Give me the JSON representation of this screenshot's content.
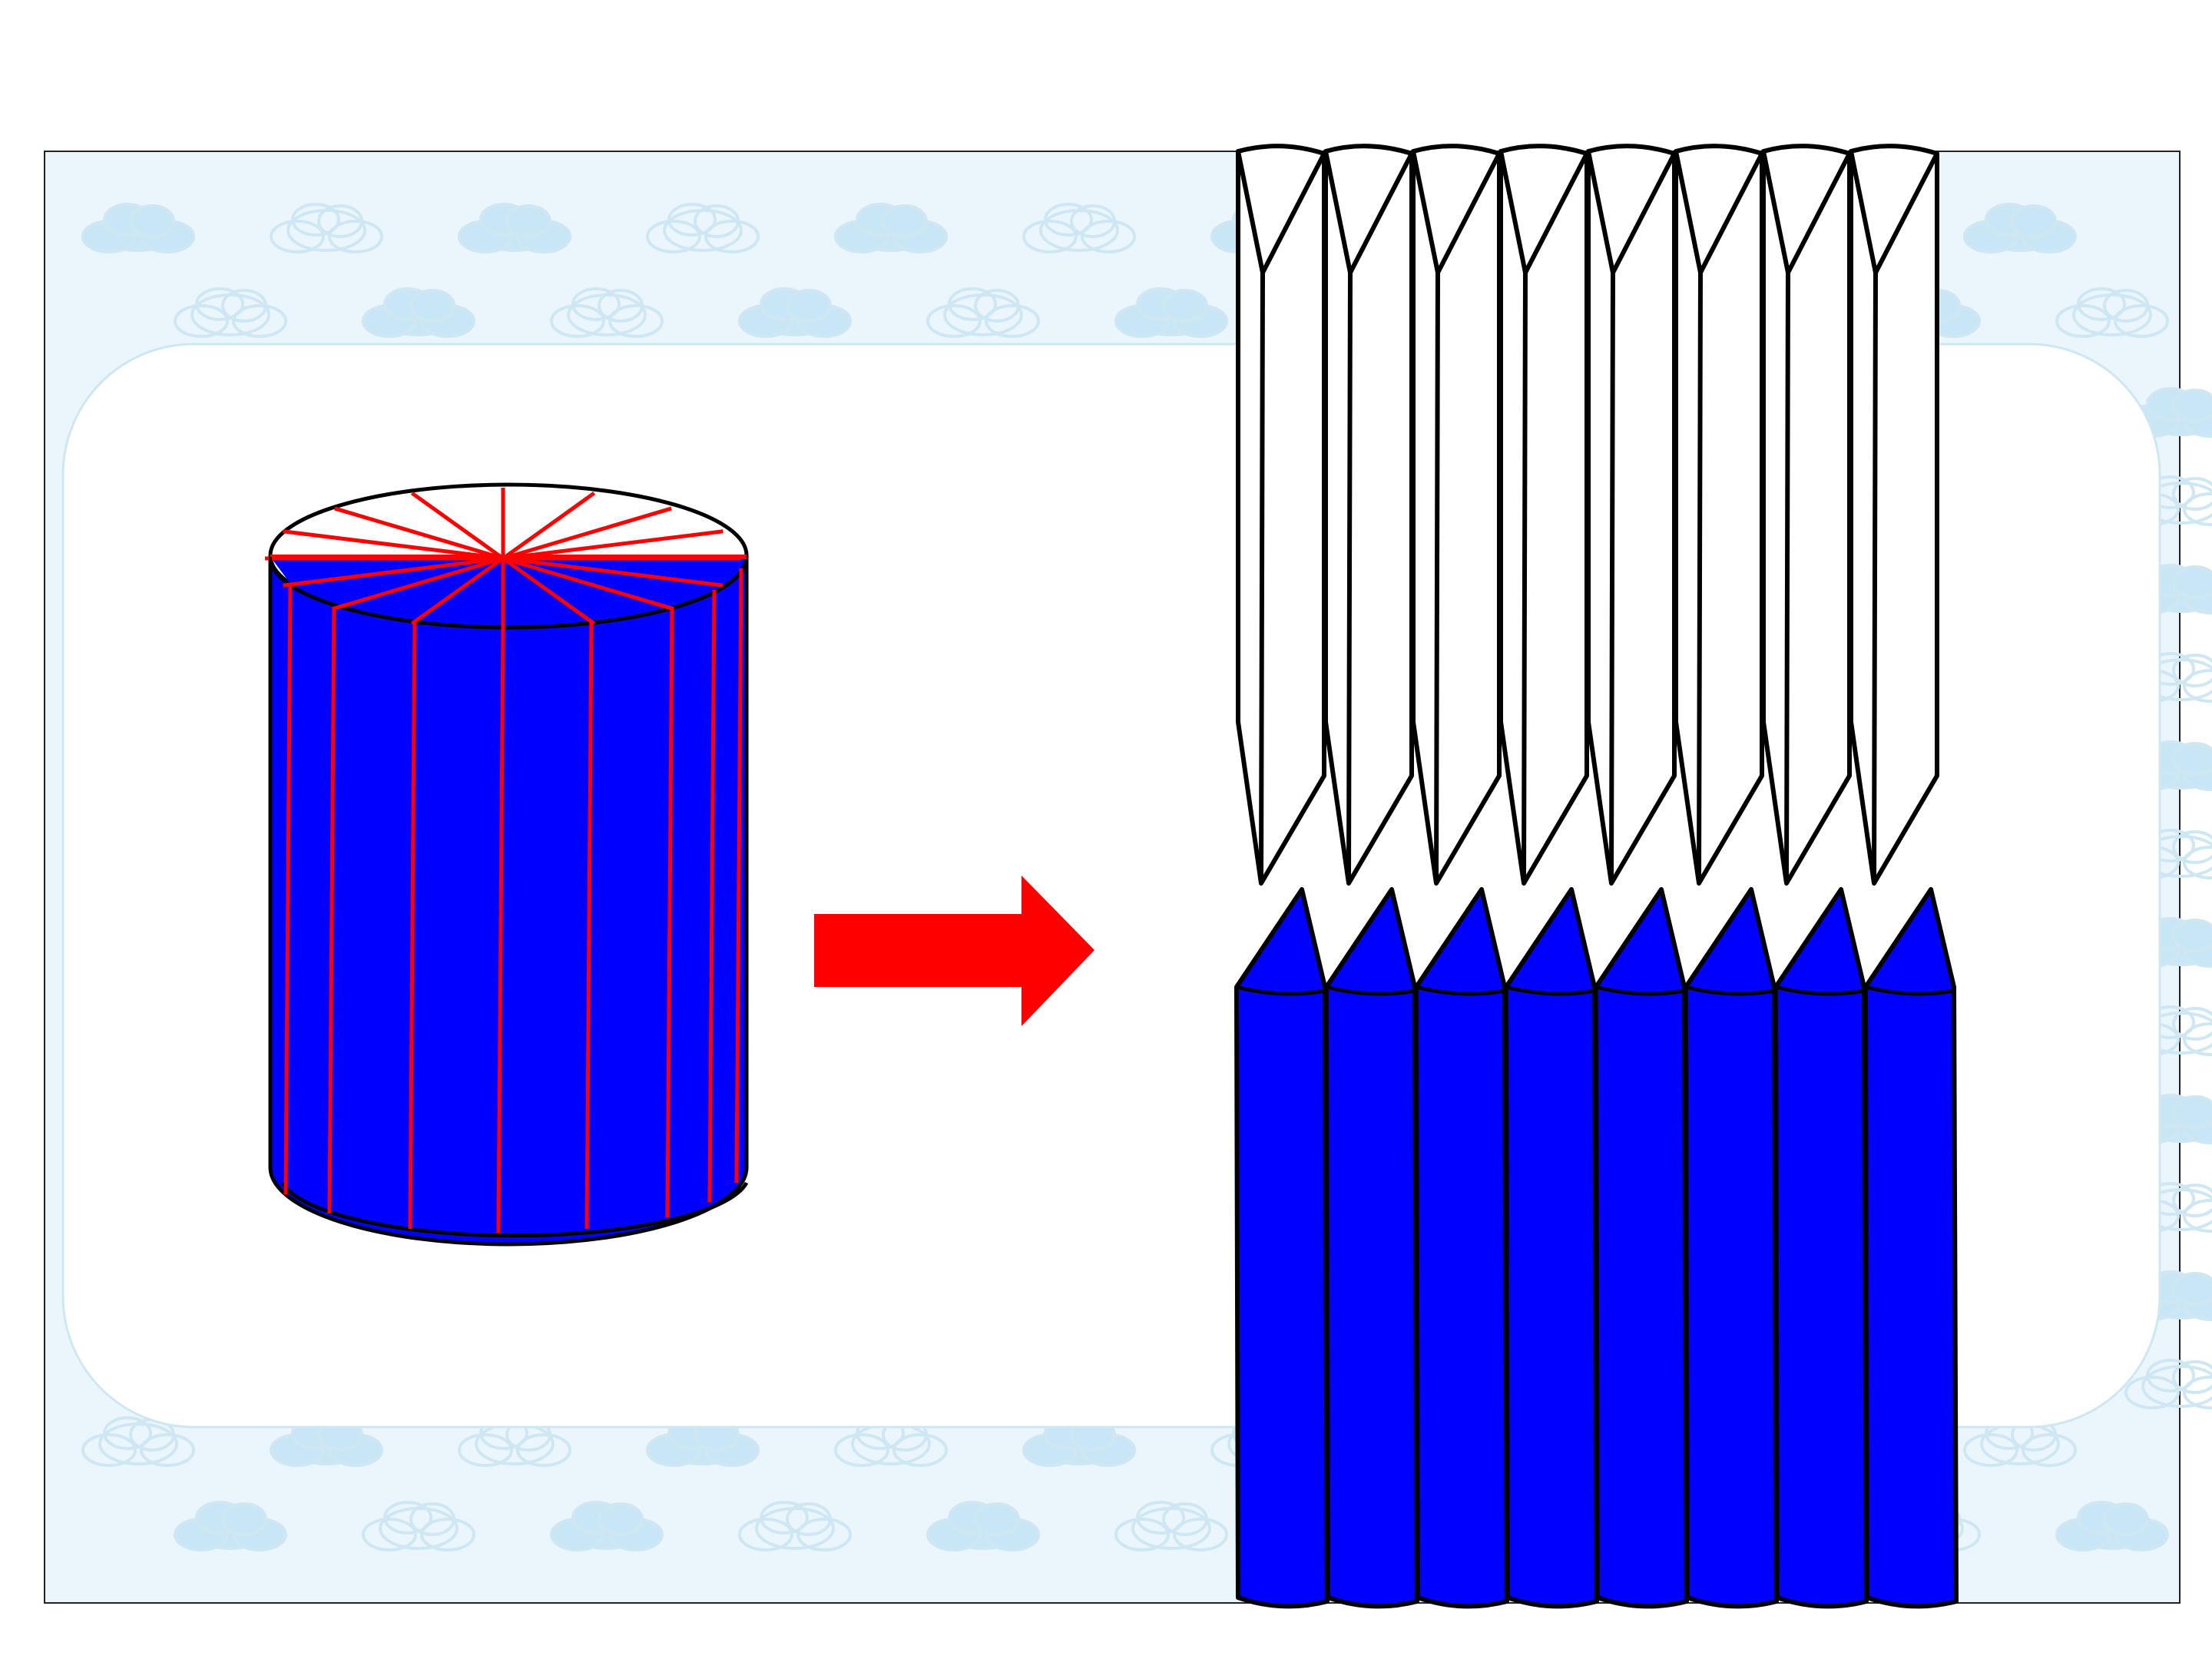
{
  "figure": {
    "title": "",
    "description_visible": false
  },
  "palette": {
    "page": "#ffffff",
    "panel_background": "#eaf6fb",
    "cloud_fill": "#c8e6f5",
    "cloud_outline": "#cfe7f3",
    "inner_panel": "#ffffff",
    "cylinder_body": "#0000ff",
    "cut_lines": "#ff0000",
    "arrow": "#ff0000",
    "outline": "#000000",
    "upper_pieces": "#ffffff",
    "lower_pieces": "#0000ff"
  },
  "cylinder": {
    "top_sector_count": 16,
    "side_strip_lines": 8
  },
  "pieces": {
    "upper_row_count": 8,
    "lower_row_count": 8
  },
  "icons": {
    "arrow": "right-arrow-icon",
    "background": "cloud-pattern"
  }
}
